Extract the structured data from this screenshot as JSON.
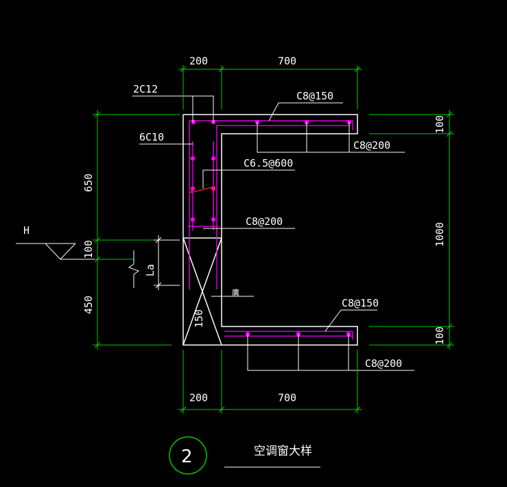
{
  "colors": {
    "background": "#000000",
    "outline": "#ffffff",
    "dimension": "#00cc00",
    "rebar": "#ff00ff",
    "tie": "#ff2020",
    "leader": "#ffffff"
  },
  "dimensions": {
    "top_left": "200",
    "top_right": "700",
    "bottom_left": "200",
    "bottom_right": "700",
    "left_upper": "650",
    "left_mid": "100",
    "left_lower": "450",
    "right_top": "100",
    "right_mid": "1000",
    "right_bottom": "100",
    "slab_150": "150"
  },
  "labels": {
    "top_bars": "2C12",
    "wall_bars": "6C10",
    "tie": "C6.5@600",
    "top_slab_main": "C8@150",
    "top_slab_dist": "C8@200",
    "wall_dist": "C8@200",
    "bottom_slab_main": "C8@150",
    "bottom_slab_dist": "C8@200",
    "level_mark": "H",
    "anchor": "La",
    "small_note": "廙"
  },
  "title": {
    "number": "2",
    "text": "空调窗大样"
  }
}
